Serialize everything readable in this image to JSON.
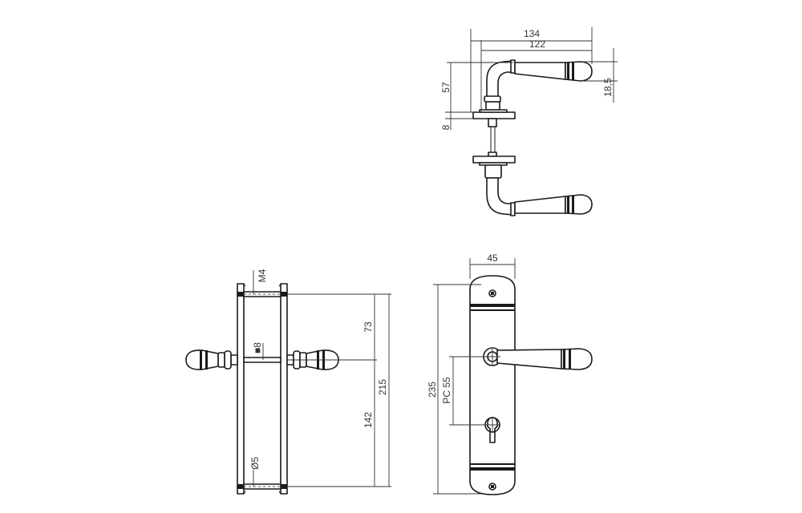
{
  "side_view": {
    "overall_projection": "134",
    "lever_projection": "122",
    "handle_height": "57",
    "rose_thickness": "8",
    "grip_diameter": "18,5"
  },
  "section_view": {
    "thread": "M4",
    "spindle": "■8",
    "upper_to_spindle": "73",
    "spindle_to_lower": "142",
    "overall_length": "215",
    "screw_diameter": "Ø5"
  },
  "front_view": {
    "plate_width": "45",
    "plate_length": "235",
    "pitch_center": "PC 55"
  }
}
